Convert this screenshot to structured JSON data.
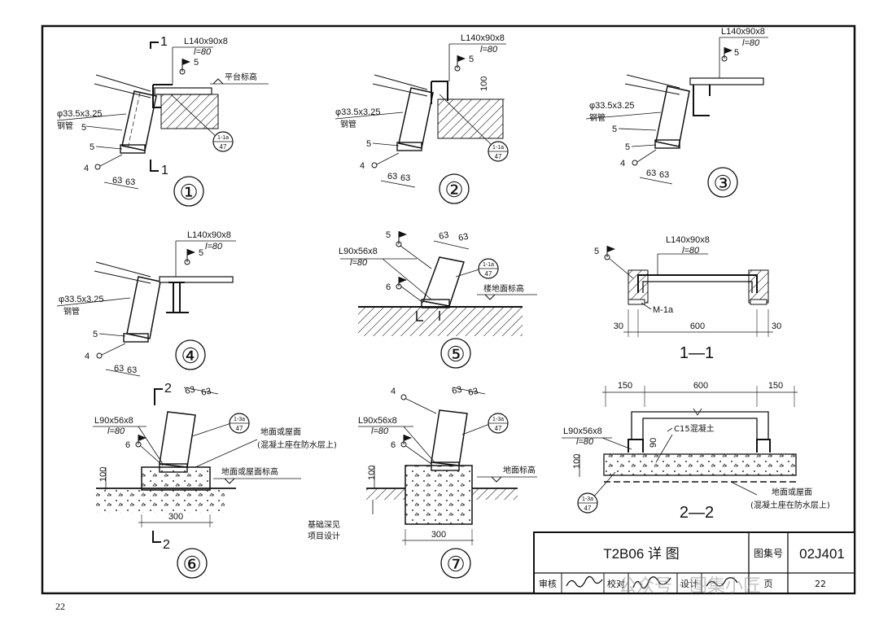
{
  "details": [
    {
      "id": "d1",
      "number": "①",
      "angle": "L140x90x8",
      "length": "l=80",
      "weld_top": "5",
      "pipe": "φ33.5x3.25",
      "pipe_cn": "钢管",
      "weld_left": "5",
      "weld_mid": "5",
      "weld_bot": "4",
      "dim1": "63",
      "dim2": "63",
      "elev": "平台标高",
      "ref_top": "1-1a",
      "ref_bot": "47",
      "cut_mark": "1"
    },
    {
      "id": "d2",
      "number": "②",
      "angle": "L140x90x8",
      "length": "l=80",
      "weld_top": "5",
      "pipe": "φ33.5x3.25",
      "pipe_cn": "钢管",
      "weld_left": "5",
      "weld_bot": "4",
      "dim1": "63",
      "dim2": "63",
      "rise": "100",
      "ref_top": "1-1a",
      "ref_bot": "47"
    },
    {
      "id": "d3",
      "number": "③",
      "angle": "L140x90x8",
      "length": "l=80",
      "weld_top": "5",
      "pipe": "φ33.5x3.25",
      "pipe_cn": "钢管",
      "weld_left": "5",
      "weld_mid": "5",
      "weld_bot": "4",
      "dim1": "63",
      "dim2": "63"
    },
    {
      "id": "d4",
      "number": "④",
      "angle": "L140x90x8",
      "length": "l=80",
      "weld_top": "5",
      "pipe": "φ33.5x3.25",
      "pipe_cn": "钢管",
      "weld_left": "5",
      "weld_bot": "4",
      "dim1": "63",
      "dim2": "63"
    },
    {
      "id": "d5",
      "number": "⑤",
      "angle": "L90x56x8",
      "length": "l=80",
      "weld_top": "5",
      "weld_left": "6",
      "dim1": "63",
      "dim2": "63",
      "elev": "楼地面标高",
      "ref_top": "1-1a",
      "ref_bot": "47"
    },
    {
      "id": "d6",
      "number": "⑥",
      "angle": "L90x56x8",
      "length": "l=80",
      "weld_left": "6",
      "dim1": "63",
      "dim2": "63",
      "h": "100",
      "w": "300",
      "note1": "地面或屋面",
      "note2": "(混凝土座在防水层上)",
      "elev": "地面或屋面标高",
      "ref_top": "1-3a",
      "ref_bot": "47",
      "cut_mark": "2"
    },
    {
      "id": "d7",
      "number": "⑦",
      "angle": "L90x56x8",
      "length": "l=80",
      "weld_top": "4",
      "weld_left": "6",
      "dim1": "63",
      "dim2": "63",
      "h": "100",
      "w": "300",
      "elev": "地面标高",
      "found1": "基础深见",
      "found2": "项目设计",
      "ref_top": "1-3a",
      "ref_bot": "47"
    }
  ],
  "section11": {
    "title": "1—1",
    "weld": "5",
    "angle": "L140x90x8",
    "length": "l=80",
    "plate": "M-1a",
    "d_left": "30",
    "d_mid": "600",
    "d_right": "30"
  },
  "section22": {
    "title": "2—2",
    "d1": "150",
    "d2": "600",
    "d3": "150",
    "angle": "L90x56x8",
    "length": "l=80",
    "concrete": "C15混凝土",
    "h1": "90",
    "h2": "100",
    "note1": "地面或屋面",
    "note2": "(混凝土座在防水层上)",
    "ref_top": "1-3a",
    "ref_bot": "47"
  },
  "title_block": {
    "title": "T2B06  详  图",
    "atlas_label": "图集号",
    "atlas_no": "02J401",
    "review": "审核",
    "check": "校对",
    "design": "设计",
    "page_label": "页",
    "page_no": "22"
  },
  "page_corner": "22",
  "watermark": "公众号 · 图集小匠"
}
